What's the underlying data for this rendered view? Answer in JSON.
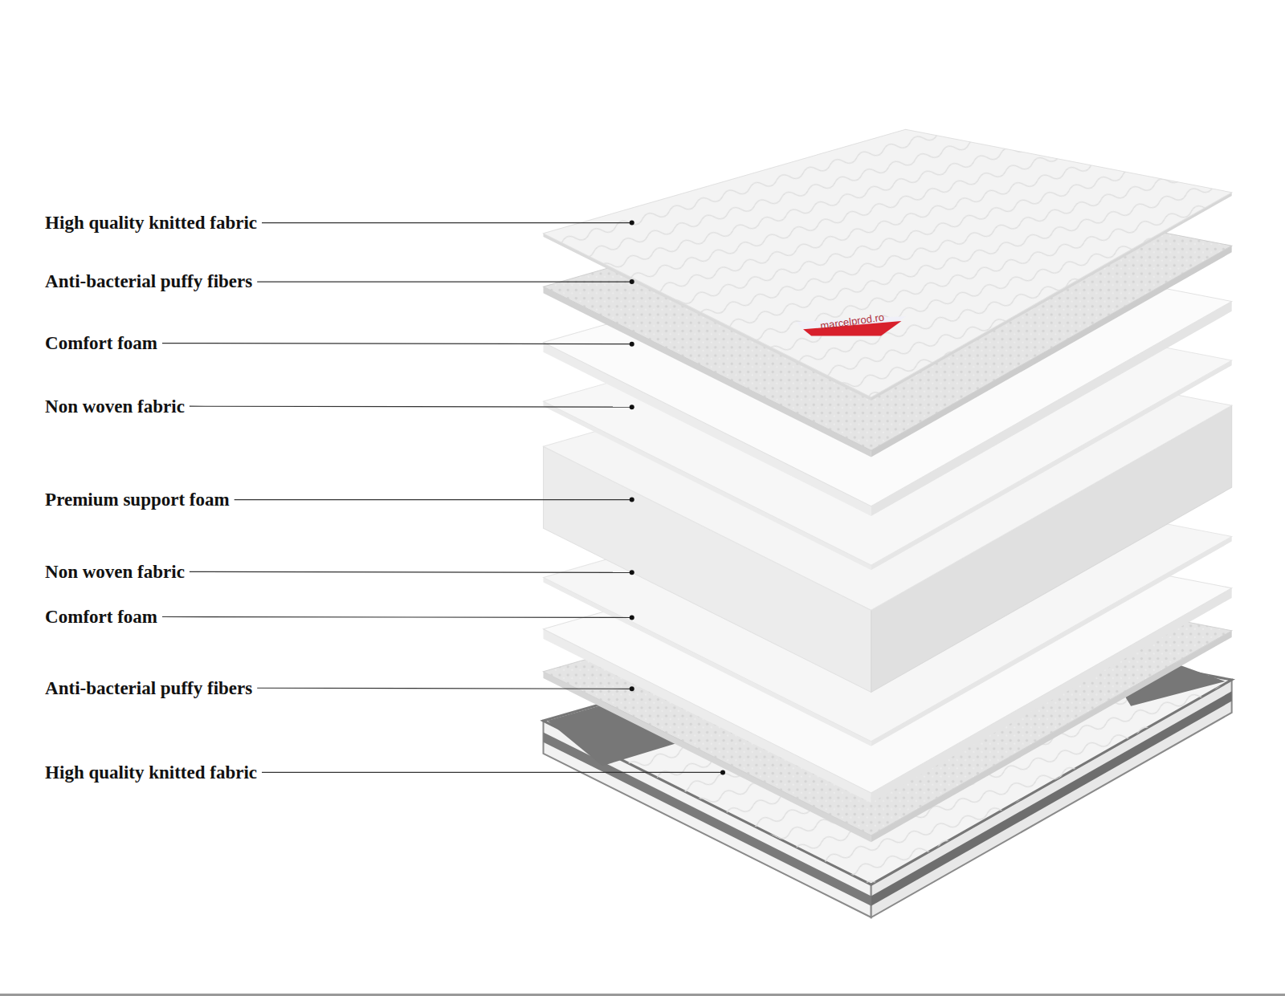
{
  "diagram": {
    "labels": [
      "High quality knitted fabric",
      "Anti-bacterial puffy fibers",
      "Comfort foam",
      "Non woven fabric",
      "Premium  support foam",
      "Non woven fabric",
      "Comfort foam",
      "Anti-bacterial puffy fibers",
      "High quality knitted fabric",
      "marcelprod.ro"
    ]
  }
}
